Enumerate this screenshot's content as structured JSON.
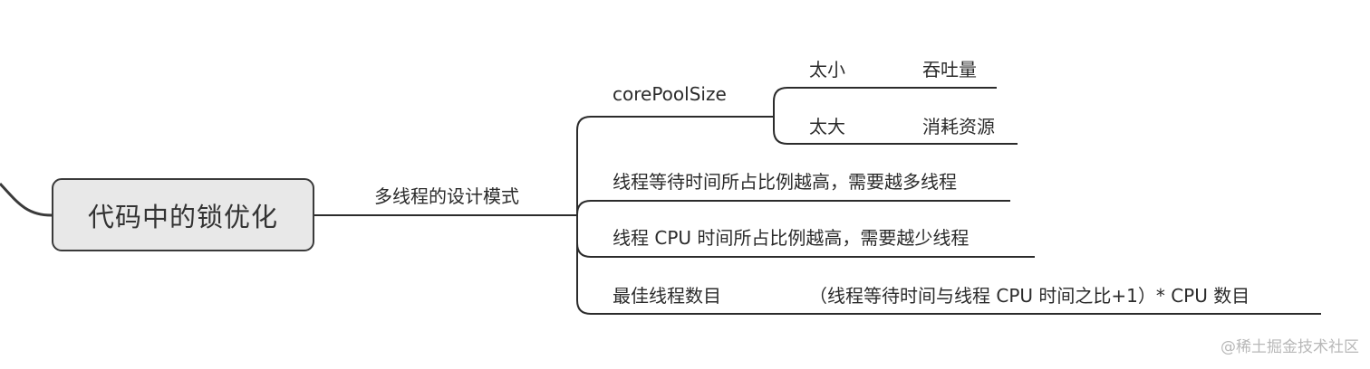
{
  "root": {
    "label": "代码中的锁优化"
  },
  "branch": {
    "label": "多线程的设计模式",
    "children": [
      {
        "label": "corePoolSize",
        "children": [
          {
            "label": "太小",
            "detail": "吞吐量"
          },
          {
            "label": "太大",
            "detail": "消耗资源"
          }
        ]
      },
      {
        "label": "线程等待时间所占比例越高，需要越多线程"
      },
      {
        "label": "线程 CPU 时间所占比例越高，需要越少线程"
      },
      {
        "label": "最佳线程数目",
        "detail": "（线程等待时间与线程 CPU 时间之比+1）* CPU 数目"
      }
    ]
  },
  "watermark": "@稀土掘金技术社区",
  "colors": {
    "line": "#2b2b2b",
    "root_fill": "#e8e8e8"
  }
}
